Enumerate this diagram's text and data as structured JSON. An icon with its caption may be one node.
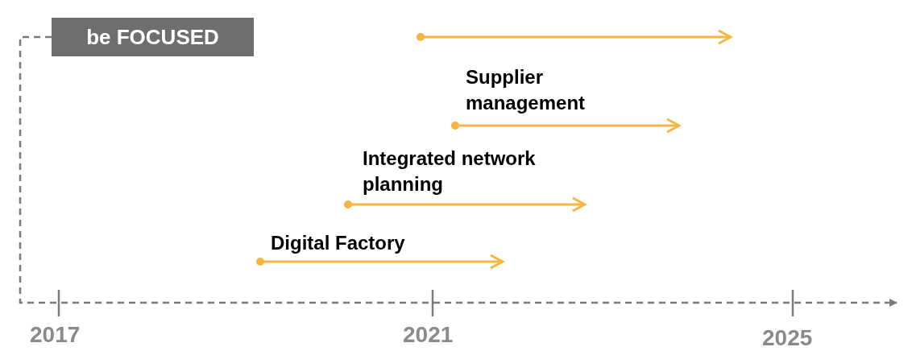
{
  "diagram": {
    "nodes": [
      {
        "text": [
          "be FOCUSED"
        ]
      }
    ],
    "labels": [
      "Supplier management",
      "Integrated network planning",
      "Digital Factory",
      "2017",
      "2021",
      "2025"
    ]
  }
}
